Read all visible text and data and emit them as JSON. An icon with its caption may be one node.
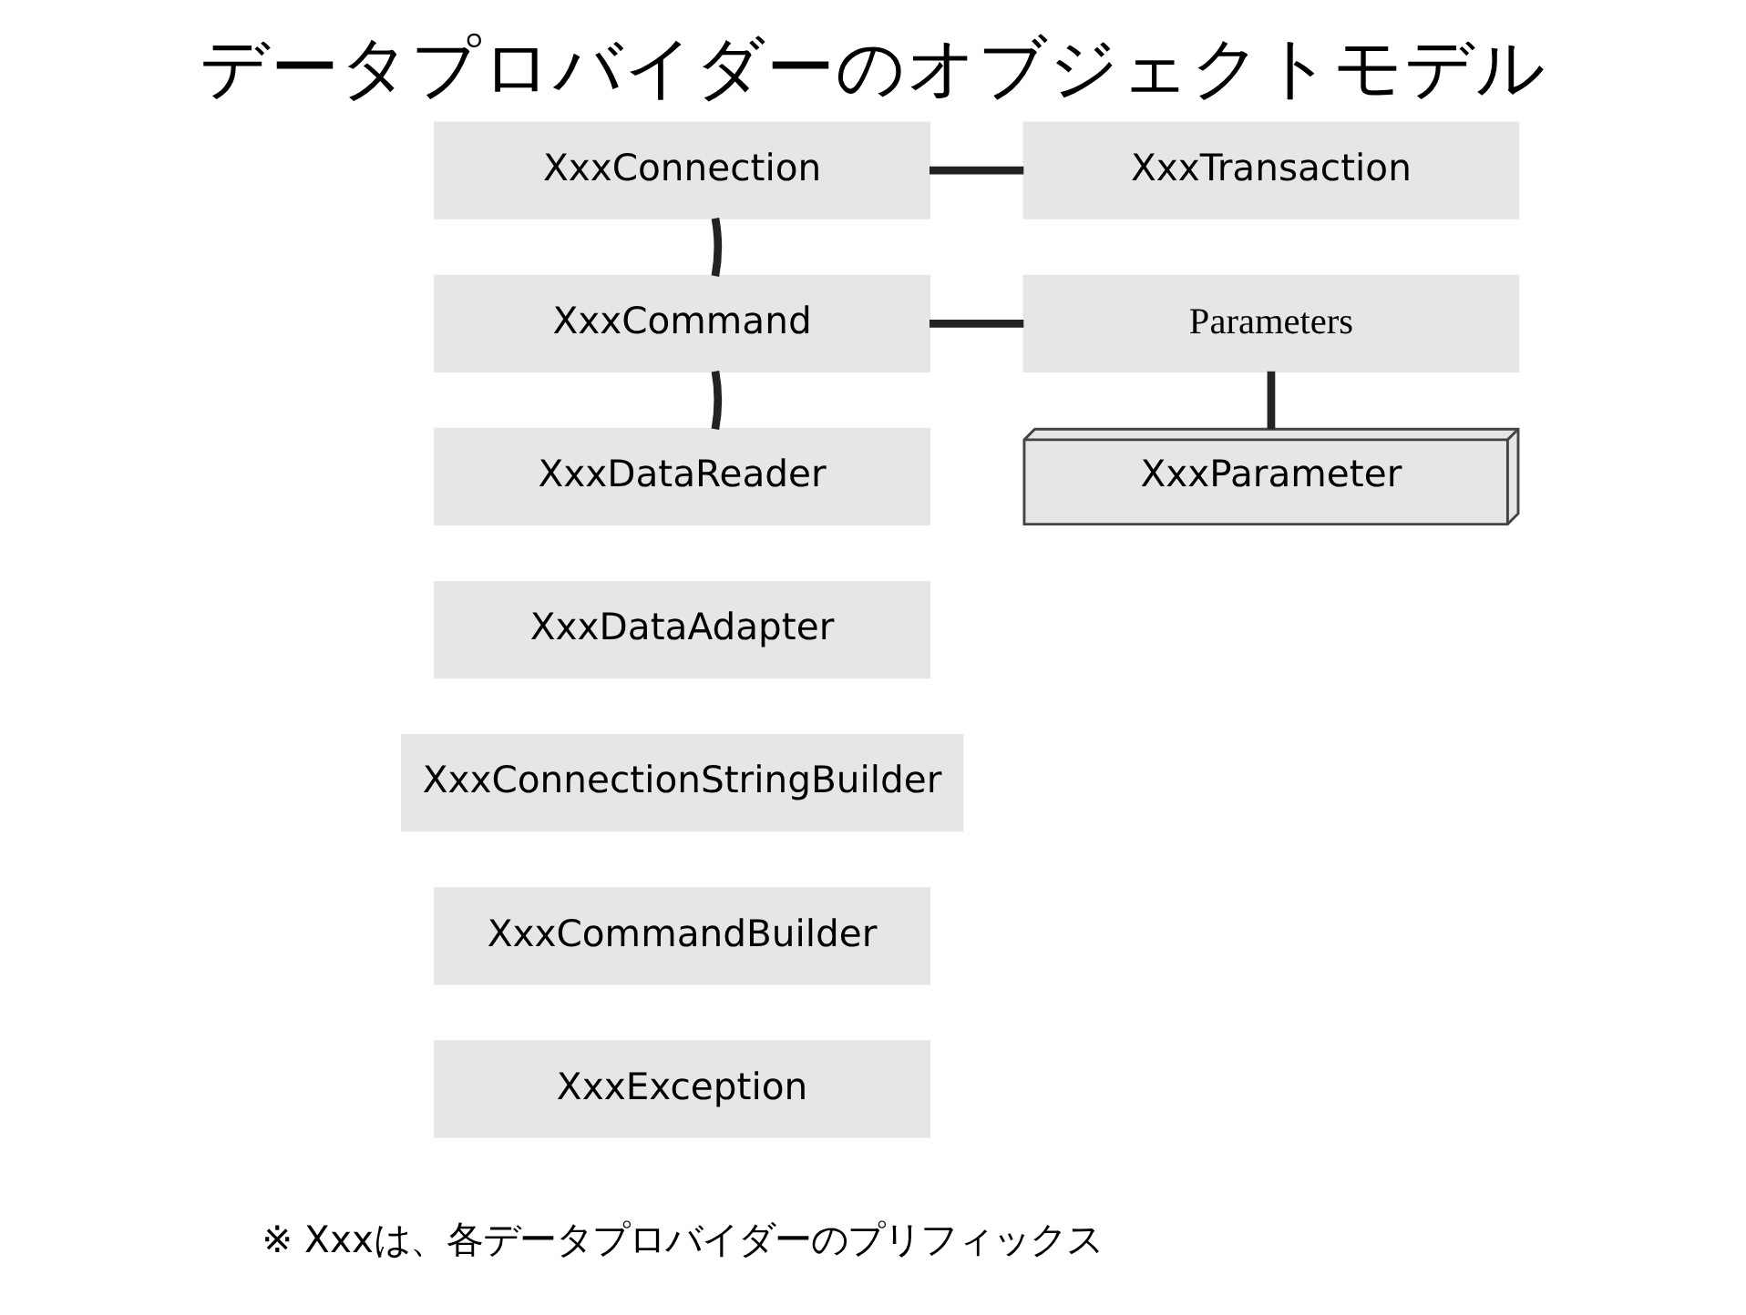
{
  "diagram": {
    "title": "データプロバイダーのオブジェクトモデル",
    "nodes": [
      {
        "text": [
          "XxxConnection"
        ]
      },
      {
        "text": [
          "XxxTransaction"
        ]
      },
      {
        "text": [
          "XxxCommand"
        ]
      },
      {
        "text": [
          "Parameters"
        ]
      },
      {
        "text": [
          "XxxDataReader"
        ]
      },
      {
        "text": [
          "XxxParameter"
        ]
      },
      {
        "text": [
          "XxxDataAdapter"
        ]
      },
      {
        "text": [
          "XxxConnectionStringBuilder"
        ]
      },
      {
        "text": [
          "XxxCommandBuilder"
        ]
      },
      {
        "text": [
          "XxxException"
        ]
      }
    ],
    "edges": [
      {
        "from": 0,
        "to": 1,
        "arrow": "none"
      },
      {
        "from": 0,
        "to": 2,
        "arrow": "none"
      },
      {
        "from": 2,
        "to": 3,
        "arrow": "none"
      },
      {
        "from": 2,
        "to": 4,
        "arrow": "none"
      },
      {
        "from": 3,
        "to": 5,
        "arrow": "none"
      }
    ],
    "labels": [
      "※ Xxxは、各データプロバイダーのプリフィックス"
    ]
  }
}
